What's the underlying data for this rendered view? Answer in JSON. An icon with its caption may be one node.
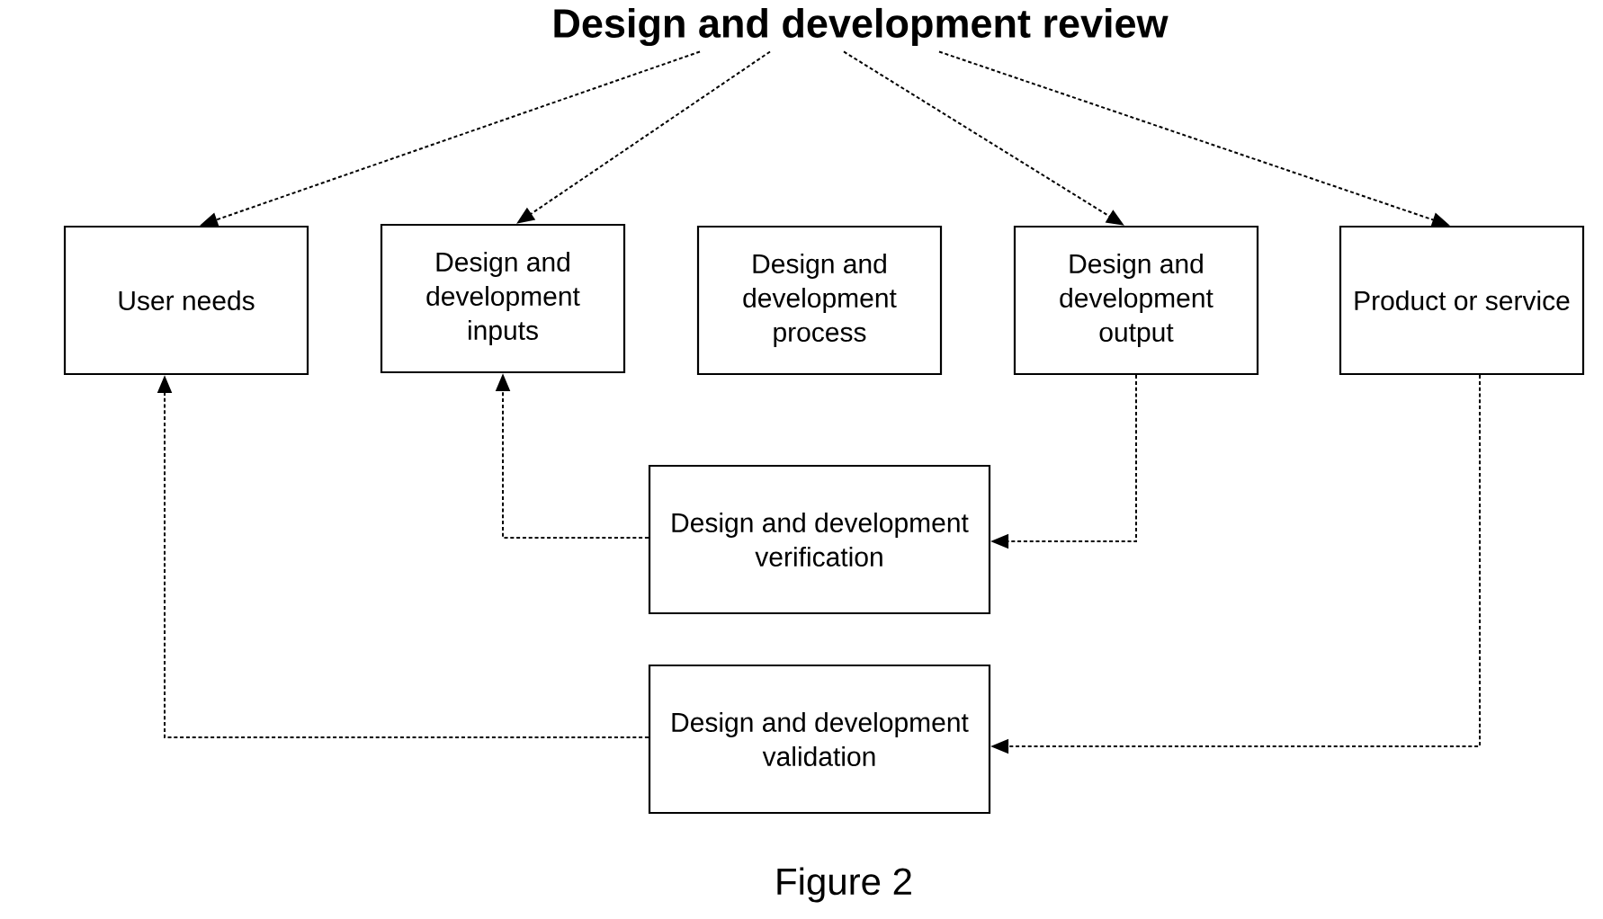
{
  "diagram": {
    "caption": "Figure 2",
    "nodes": [
      {
        "text": [
          "Design and development review"
        ]
      },
      {
        "text": [
          "User needs"
        ]
      },
      {
        "text": [
          "Design and development inputs"
        ]
      },
      {
        "text": [
          "Design and development process"
        ]
      },
      {
        "text": [
          "Design and development output"
        ]
      },
      {
        "text": [
          "Product or service"
        ]
      },
      {
        "text": [
          "Design and development verification"
        ]
      },
      {
        "text": [
          "Design and development validation"
        ]
      }
    ],
    "edges": [
      {
        "from": 0,
        "to": 1,
        "arrow": "to",
        "style": "dashed"
      },
      {
        "from": 0,
        "to": 2,
        "arrow": "to",
        "style": "dashed"
      },
      {
        "from": 0,
        "to": 4,
        "arrow": "to",
        "style": "dashed"
      },
      {
        "from": 0,
        "to": 5,
        "arrow": "to",
        "style": "dashed"
      },
      {
        "from": 4,
        "to": 6,
        "arrow": "to",
        "style": "dashed"
      },
      {
        "from": 6,
        "to": 2,
        "arrow": "to",
        "style": "dashed"
      },
      {
        "from": 5,
        "to": 7,
        "arrow": "to",
        "style": "dashed"
      },
      {
        "from": 7,
        "to": 1,
        "arrow": "to",
        "style": "dashed"
      }
    ]
  }
}
